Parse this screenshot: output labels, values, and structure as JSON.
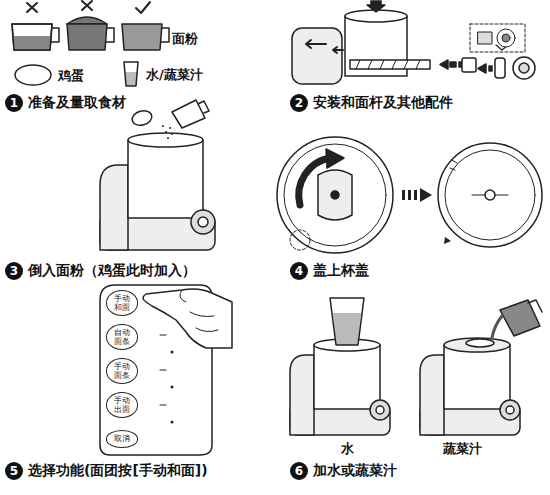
{
  "diagram": {
    "nodes": [
      {
        "text": [
          "1",
          "准备及量取食材"
        ]
      },
      {
        "text": [
          "2",
          "安装和面杆及其他配件"
        ]
      },
      {
        "text": [
          "3",
          "倒入面粉（鸡蛋此时加入）"
        ]
      },
      {
        "text": [
          "4",
          "盖上杯盖"
        ]
      },
      {
        "text": [
          "5",
          "选择功能(面团按[手动和面])"
        ]
      },
      {
        "text": [
          "6",
          "加水或蔬菜汁"
        ]
      },
      {
        "text": [
          "手动和面"
        ]
      },
      {
        "text": [
          "自动面条"
        ]
      },
      {
        "text": [
          "手动面条"
        ]
      },
      {
        "text": [
          "手动出面"
        ]
      },
      {
        "text": [
          "取消"
        ]
      }
    ],
    "labels": [
      "面粉",
      "鸡蛋",
      "水/蔬菜汁",
      "水",
      "蔬菜汁"
    ]
  }
}
